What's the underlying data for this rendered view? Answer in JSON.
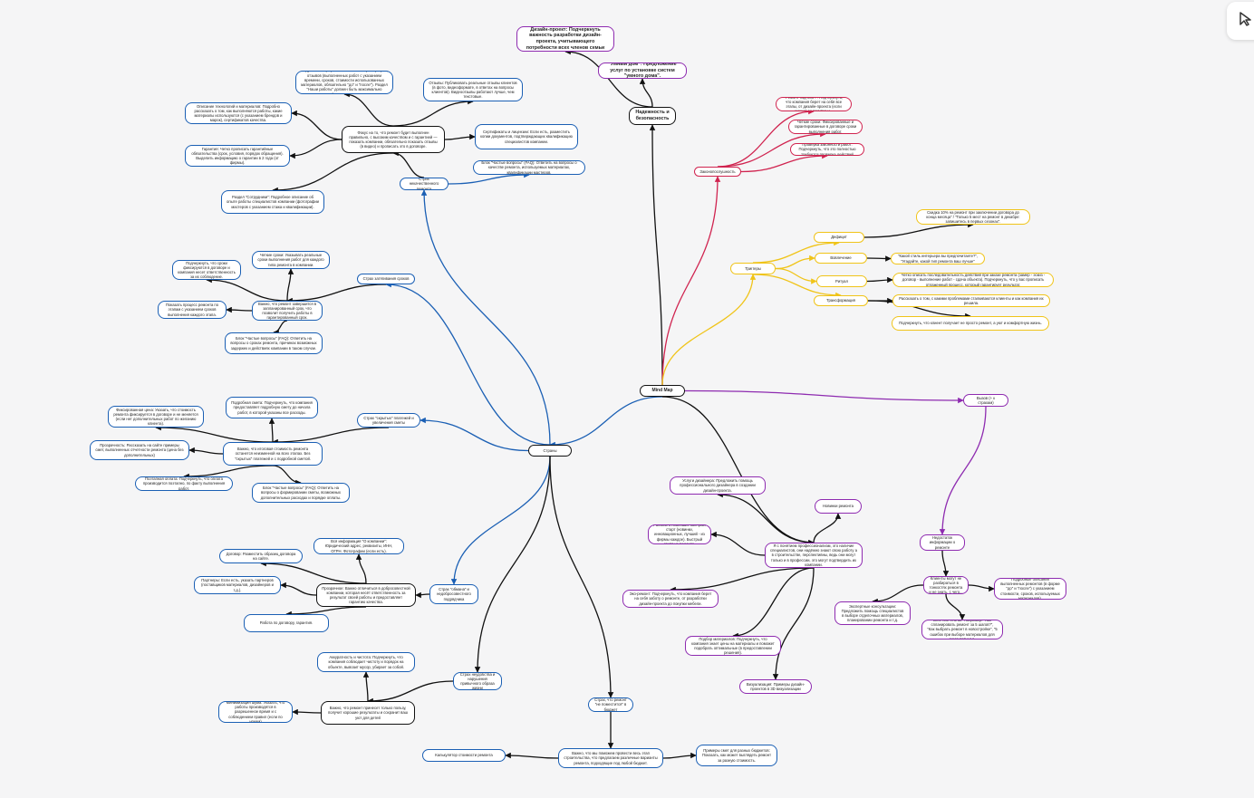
{
  "map": {
    "nodes": [
      {
        "id": "root",
        "text": "Mind Map",
        "color": "black",
        "kind": "root"
      },
      {
        "id": "strany",
        "text": "Страны",
        "color": "black"
      },
      {
        "id": "nadezh",
        "text": "Надежность и безопасность",
        "color": "black",
        "kind": "big"
      },
      {
        "id": "umnydom",
        "text": "\"Умный дом\": Предложение услуг по установке систем \"умного дома\".",
        "color": "purple",
        "kind": "big"
      },
      {
        "id": "dizain",
        "text": "Дизайн-проект: Подчеркнуть важность разработки дизайн-проекта, учитывающего потребности всех членов семьи",
        "color": "purple",
        "kind": "big"
      },
      {
        "id": "zakon",
        "text": "Законопослушность",
        "color": "red"
      },
      {
        "id": "r1",
        "text": "\"Ремонт под ключ\": Подчеркнуть, что компания берет на себя все этапы, от дизайн-проекта (если нужно) до покупки и...",
        "color": "red"
      },
      {
        "id": "r2",
        "text": "Четкие сроки: Фиксированные и гарантированные в договоре сроки выполнения работ.",
        "color": "red"
      },
      {
        "id": "r3",
        "text": "Проверка законности работ: Подчеркнуть, что это полностью требуется проверка действий",
        "color": "red"
      },
      {
        "id": "triggery",
        "text": "Триггеры",
        "color": "yellow"
      },
      {
        "id": "deficit",
        "text": "Дефицит",
        "color": "yellow"
      },
      {
        "id": "deficit1",
        "text": "Скидка 10% на ремонт при заключении договора до конца месяца\" / \"Только 5 мест на ремонт в декабре: запишитесь в первых сезонах\".",
        "color": "yellow"
      },
      {
        "id": "vovlech",
        "text": "Вовлечение",
        "color": "yellow"
      },
      {
        "id": "vovlech1",
        "text": "\"Какой стиль интерьера вы предпочитаете?\", \"Угадайте, какой тип ремонта ваш лучше\"",
        "color": "yellow"
      },
      {
        "id": "ritual",
        "text": "Ритуал",
        "color": "yellow"
      },
      {
        "id": "ritual1",
        "text": "Четко описать последовательность действий при заказе ремонта (замер - эскиз - договор - выполнение работ - сдача объекта). Подчеркнуть, что у вас прописать отлаженный процесс, который гарантирует результат.",
        "color": "yellow"
      },
      {
        "id": "transf",
        "text": "Трансформация",
        "color": "yellow"
      },
      {
        "id": "transf1",
        "text": "Рассказать о том, с какими проблемами сталкиваются клиенты и как компания их решила.",
        "color": "yellow"
      },
      {
        "id": "transf2",
        "text": "Подчеркнуть, что клиент получает не просто ремонт, а уют и комфортную жизнь.",
        "color": "yellow"
      },
      {
        "id": "vyzov",
        "text": "Вызов (+ к страхам)",
        "color": "purple"
      },
      {
        "id": "nedost",
        "text": "Недостаток информации о ремонте",
        "color": "purple"
      },
      {
        "id": "kak",
        "text": "Клиенты могут не разбираться в тонкостях ремонта и не знать, с чего...",
        "color": "purple"
      },
      {
        "id": "k1",
        "text": "Подробные описания выполненных ремонтов (в форме \"до\" и \"после\") с указанием стоимости, сроков, используемых материалов).",
        "color": "purple"
      },
      {
        "id": "k2",
        "text": "Экспертные консультации: Предложить помощь специалистов в выборе отделочных материалов, планировании ремонта и т.д.",
        "color": "purple"
      },
      {
        "id": "k3",
        "text": "Блог или статьи: Например: \"Как спланировать ремонт за 5 шагов?\", \"Как выбрать ремонт в новостройке\", \"5 ошибок при выборе материалов для ремонта\" и т.д.",
        "color": "purple"
      },
      {
        "id": "p0",
        "text": "Я с понятием профессионализм, это наличие специалистов, они надёжно знают свою работу а в строительстве, перспективны, ведь они могут только и в профессии, это могут подтвердить их компании.",
        "color": "purple"
      },
      {
        "id": "p1",
        "text": "Услуги дизайнера: Предложить помощь профессионального дизайнера в создании дизайн-проекта.",
        "color": "purple"
      },
      {
        "id": "p2",
        "text": "Новинки ремонта",
        "color": "purple"
      },
      {
        "id": "p3",
        "text": "Рассказ о новейших быстрый старт (новинки, инновационных, лучший - из фирмы каждое). Быстрый отчёт из ремонта.",
        "color": "purple"
      },
      {
        "id": "p4",
        "text": "Эко-ремонт: Подчеркнуть, что компания берет на себя заботу о ремонте, от разработки дизайн-проекта до покупки мебели.",
        "color": "purple"
      },
      {
        "id": "p5",
        "text": "Подбор материалов: Подчеркнуть, что компания знает цены на материалы и поможет подобрать оптимальные (в предоставлении решения).",
        "color": "purple"
      },
      {
        "id": "p6",
        "text": "Визуализация: Примеры дизайн-проектов в 3D визуализации",
        "color": "purple"
      },
      {
        "id": "b1",
        "text": "Страх некачественного ремонта",
        "color": "blue"
      },
      {
        "id": "b1c",
        "text": "Фокус на то, что ремонт будет выполнен правильно, с высоким качеством и с гарантией — показать компании, обязательно показать отзывы (в видео) и прописать это в договоре.",
        "color": "black"
      },
      {
        "id": "b1a",
        "text": "Подробное портфолио: Количество фотографий, отзывов (выполненных работ с указанием времени, сроков, стоимости использованных материалов, обязательно \"до\" и \"после\"). Раздел \"Наши работы\" должен быть максимально подробным и интересным.",
        "color": "blue"
      },
      {
        "id": "b1b",
        "text": "Отзывы: Публиковать реальные отзывы клиентов (в фото, видеоформате, в ответах на вопросы клиентов). Видеоотзывы работают лучше, чем текстовые.",
        "color": "blue"
      },
      {
        "id": "b1d",
        "text": "Сертификаты и лицензии: Если есть, разместить копии документов, подтверждающих квалификацию специалистов компании.",
        "color": "blue"
      },
      {
        "id": "b1e",
        "text": "Блок \"Частые вопросы\" (FAQ): Ответить на вопросы о качестве ремонта, используемых материалах, квалификации мастеров.",
        "color": "blue"
      },
      {
        "id": "b1f",
        "text": "Гарантия: Четко прописать гарантийные обязательства (срок, условия, порядок обращения). Выделить информацию о гарантии в 2 года (от фирмы).",
        "color": "blue"
      },
      {
        "id": "b1g",
        "text": "Раздел \"Сотрудники\": Подробное описание об опыте работы специалистов компании (фотографии мастеров с указанием стажа и квалификации).",
        "color": "blue"
      },
      {
        "id": "b1h",
        "text": "Описание технологий и материалов: Подробно рассказать о том, как выполняются работы, какие материалы используются (с указанием брендов и марок), сертификатов качества.",
        "color": "blue"
      },
      {
        "id": "b2",
        "text": "Страх затягивания сроков",
        "color": "blue"
      },
      {
        "id": "b2c",
        "text": "Важно, что ремонт завершится в запланированный срок, что позволит получить работы в гарантированный срок.",
        "color": "blue"
      },
      {
        "id": "b2a",
        "text": "Четкие сроки: Указывать реальные сроки выполнения работ для каждого типа ремонта в компании.",
        "color": "blue"
      },
      {
        "id": "b2b",
        "text": "Подчеркнуть, что сроки фиксируются в договоре и компания несет ответственность за их соблюдение.",
        "color": "blue"
      },
      {
        "id": "b2d",
        "text": "Показать процесс ремонта по этапам с указанием сроков выполнения каждого этапа.",
        "color": "blue"
      },
      {
        "id": "b2e",
        "text": "Блок \"Частые вопросы\" (FAQ): Ответить на вопросы о сроках ремонта, причинах возможных задержек и действиях компании в таком случае.",
        "color": "blue"
      },
      {
        "id": "b3",
        "text": "Страх \"скрытых\" платежей и увеличения сметы",
        "color": "blue"
      },
      {
        "id": "b3c",
        "text": "Важно, что итоговая стоимость ремонта останется неизменной на всех этапах. Без \"скрытых\" платежей и с подробной сметой.",
        "color": "blue"
      },
      {
        "id": "b3a",
        "text": "Подробная смета: Подчеркнуть, что компания предоставляет подробную смету до начала работ, в которой указаны все расходы.",
        "color": "blue"
      },
      {
        "id": "b3b",
        "text": "Фиксированная цена: Указать, что стоимость ремонта фиксируется в договоре и не меняется (если нет дополнительных работ по желанию клиента).",
        "color": "blue"
      },
      {
        "id": "b3d",
        "text": "Прозрачность: Рассказать на сайте примеры смет, выполненных отчетности ремонта (цена без дополнительных)",
        "color": "blue"
      },
      {
        "id": "b3e",
        "text": "Поэтапная оплата: Подчеркнуть, что оплата производится поэтапно, по факту выполнения работ.",
        "color": "blue"
      },
      {
        "id": "b3f",
        "text": "Блок \"Частые вопросы\" (FAQ): Ответить на вопросы о формировании сметы, возможных дополнительных расходах и порядке оплаты.",
        "color": "blue"
      },
      {
        "id": "b4",
        "text": "Страх \"обмана\" и недобросовестного подрядчика",
        "color": "blue"
      },
      {
        "id": "b4c",
        "text": "Прозрачное: Важно отличиться в добросовестной компании, которая несёт ответственность за результат своей работы и предоставляет гарантию качества.",
        "color": "black"
      },
      {
        "id": "b4a",
        "text": "Вся информация \"О компании\": Юридический адрес, реквизиты, ИНН, ОГРН. Фотографии (если есть).",
        "color": "blue"
      },
      {
        "id": "b4b",
        "text": "Договор: Разместить образец договора на сайте.",
        "color": "blue"
      },
      {
        "id": "b4d",
        "text": "Партнеры: Если есть, указать партнеров (поставщиков материалов, дизайнеров и т.д.).",
        "color": "blue"
      },
      {
        "id": "b4e",
        "text": "Работа по договору, гарантия.",
        "color": "blue"
      },
      {
        "id": "b5",
        "text": "Страх неудобства и нарушения привычного образа жизни",
        "color": "blue"
      },
      {
        "id": "b5c",
        "text": "Важно, что ремонт принесет только пользу, получит хорошие результаты и сохранит ваш уют для детей",
        "color": "black"
      },
      {
        "id": "b5a",
        "text": "Аккуратность и чистота: Подчеркнуть, что компания соблюдает чистоту и порядок на объекте, вывозит мусор, убирает за собой.",
        "color": "blue"
      },
      {
        "id": "b5b",
        "text": "Минимизация шума: Указать, что работы производятся в разрешенное время и с соблюдением правил (если по ночам)",
        "color": "blue"
      },
      {
        "id": "b6",
        "text": "Страх, что ремонт \"не поместится\" в бюджет",
        "color": "blue"
      },
      {
        "id": "b6c",
        "text": "Важно, что мы поможем провести весь этап строительства, что предлагаем различные варианты ремонта, подходящие под любой бюджет.",
        "color": "blue"
      },
      {
        "id": "b6a",
        "text": "Калькулятор стоимости ремонта",
        "color": "blue"
      },
      {
        "id": "b6b",
        "text": "Примеры смет для разных бюджетов: Показать, как может выглядеть ремонт за разную стоимость.",
        "color": "blue"
      }
    ],
    "legend": {}
  },
  "toolbar": {
    "icon": "cursor-icon"
  },
  "colors": {
    "black": "#111111",
    "blue": "#1a5fb4",
    "red": "#d0234f",
    "yellow": "#f0c419",
    "purple": "#8e2bb0",
    "background": "#f5f5f6"
  }
}
